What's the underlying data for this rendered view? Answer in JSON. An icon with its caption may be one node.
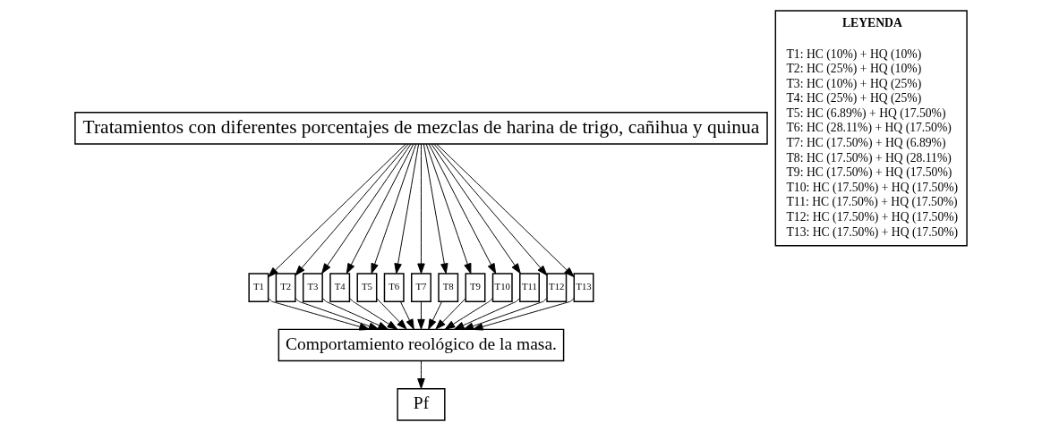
{
  "diagram": {
    "nodes": [
      {
        "text": [
          "Tratamientos con diferentes porcentajes de mezclas de harina de trigo, cañihua y quinua"
        ]
      },
      {
        "text": [
          "T1"
        ]
      },
      {
        "text": [
          "T2"
        ]
      },
      {
        "text": [
          "T3"
        ]
      },
      {
        "text": [
          "T4"
        ]
      },
      {
        "text": [
          "T5"
        ]
      },
      {
        "text": [
          "T6"
        ]
      },
      {
        "text": [
          "T7"
        ]
      },
      {
        "text": [
          "T8"
        ]
      },
      {
        "text": [
          "T9"
        ]
      },
      {
        "text": [
          "T10"
        ]
      },
      {
        "text": [
          "T11"
        ]
      },
      {
        "text": [
          "T12"
        ]
      },
      {
        "text": [
          "T13"
        ]
      },
      {
        "text": [
          "Comportamiento reológico de la masa."
        ]
      },
      {
        "text": [
          "Pf"
        ]
      },
      {
        "text": [
          "LEYENDA",
          "T1: HC (10%) + HQ (10%)",
          "T2: HC (25%) + HQ (10%)",
          "T3: HC (10%) + HQ (25%)",
          "T4: HC (25%) + HQ (25%)",
          "T5: HC (6.89%) + HQ (17.50%)",
          "T6: HC (28.11%) + HQ (17.50%)",
          "T7: HC (17.50%) + HQ (6.89%)",
          "T8: HC (17.50%) + HQ (28.11%)",
          "T9: HC (17.50%) + HQ (17.50%)",
          "T10: HC (17.50%) + HQ (17.50%)",
          "T11: HC (17.50%) + HQ (17.50%)",
          "T12: HC (17.50%) + HQ (17.50%)",
          "T13: HC (17.50%) + HQ (17.50%)"
        ]
      }
    ],
    "edges": [
      {
        "from": 0,
        "to": 1,
        "arrow": "to"
      },
      {
        "from": 0,
        "to": 2,
        "arrow": "to"
      },
      {
        "from": 0,
        "to": 3,
        "arrow": "to"
      },
      {
        "from": 0,
        "to": 4,
        "arrow": "to"
      },
      {
        "from": 0,
        "to": 5,
        "arrow": "to"
      },
      {
        "from": 0,
        "to": 6,
        "arrow": "to"
      },
      {
        "from": 0,
        "to": 7,
        "arrow": "to"
      },
      {
        "from": 0,
        "to": 8,
        "arrow": "to"
      },
      {
        "from": 0,
        "to": 9,
        "arrow": "to"
      },
      {
        "from": 0,
        "to": 10,
        "arrow": "to"
      },
      {
        "from": 0,
        "to": 11,
        "arrow": "to"
      },
      {
        "from": 0,
        "to": 12,
        "arrow": "to"
      },
      {
        "from": 0,
        "to": 13,
        "arrow": "to"
      },
      {
        "from": 1,
        "to": 14,
        "arrow": "to"
      },
      {
        "from": 2,
        "to": 14,
        "arrow": "to"
      },
      {
        "from": 3,
        "to": 14,
        "arrow": "to"
      },
      {
        "from": 4,
        "to": 14,
        "arrow": "to"
      },
      {
        "from": 5,
        "to": 14,
        "arrow": "to"
      },
      {
        "from": 6,
        "to": 14,
        "arrow": "to"
      },
      {
        "from": 7,
        "to": 14,
        "arrow": "to"
      },
      {
        "from": 8,
        "to": 14,
        "arrow": "to"
      },
      {
        "from": 9,
        "to": 14,
        "arrow": "to"
      },
      {
        "from": 10,
        "to": 14,
        "arrow": "to"
      },
      {
        "from": 11,
        "to": 14,
        "arrow": "to"
      },
      {
        "from": 12,
        "to": 14,
        "arrow": "to"
      },
      {
        "from": 13,
        "to": 14,
        "arrow": "to"
      },
      {
        "from": 14,
        "to": 15,
        "arrow": "to"
      }
    ]
  }
}
